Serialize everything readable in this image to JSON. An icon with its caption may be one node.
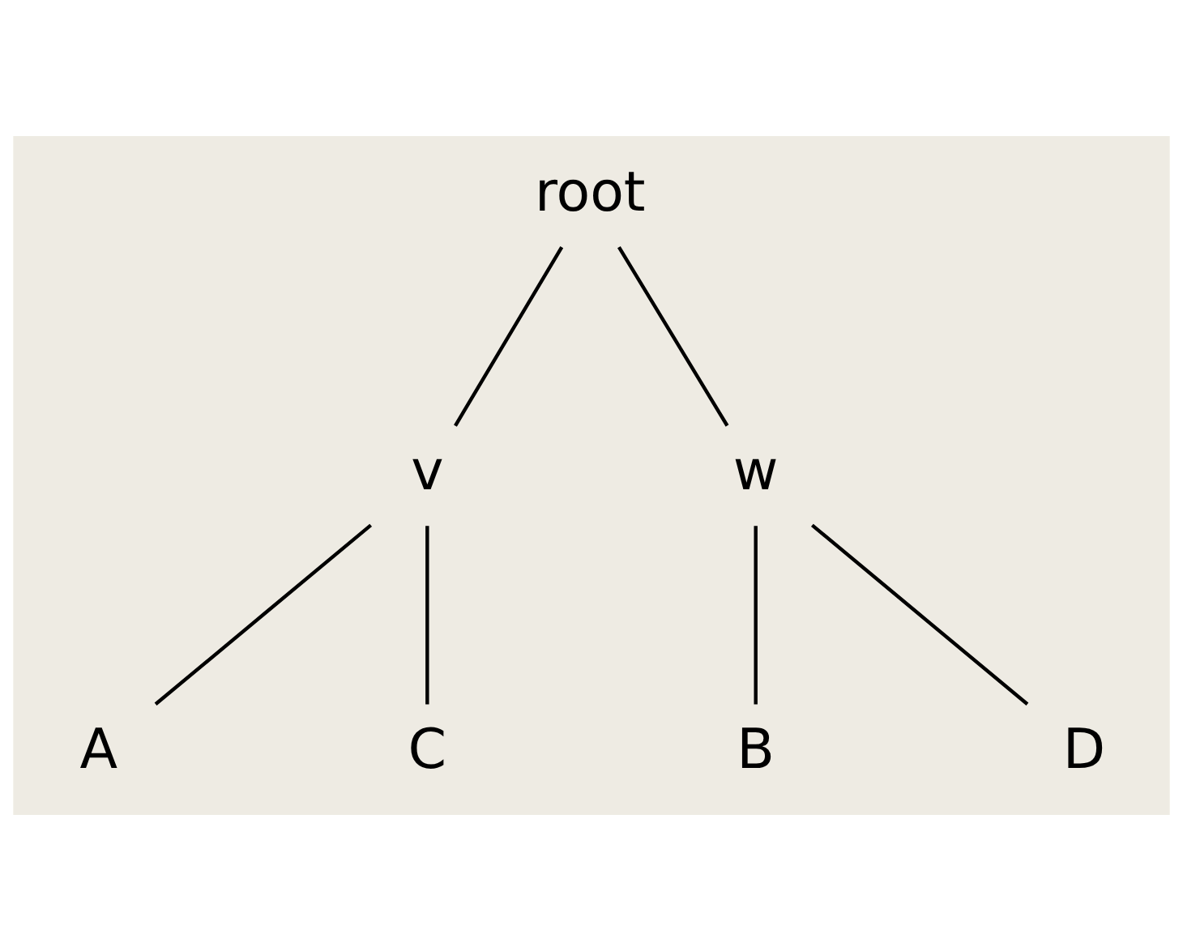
{
  "diagram": {
    "nodes": [
      {
        "text": [
          "root"
        ]
      },
      {
        "text": [
          "v"
        ]
      },
      {
        "text": [
          "w"
        ]
      },
      {
        "text": [
          "A"
        ]
      },
      {
        "text": [
          "C"
        ]
      },
      {
        "text": [
          "B"
        ]
      },
      {
        "text": [
          "D"
        ]
      }
    ],
    "edges": [
      {
        "from": 0,
        "to": 1,
        "arrow": "none"
      },
      {
        "from": 0,
        "to": 2,
        "arrow": "none"
      },
      {
        "from": 1,
        "to": 3,
        "arrow": "none"
      },
      {
        "from": 1,
        "to": 4,
        "arrow": "none"
      },
      {
        "from": 2,
        "to": 5,
        "arrow": "none"
      },
      {
        "from": 2,
        "to": 6,
        "arrow": "none"
      }
    ]
  }
}
